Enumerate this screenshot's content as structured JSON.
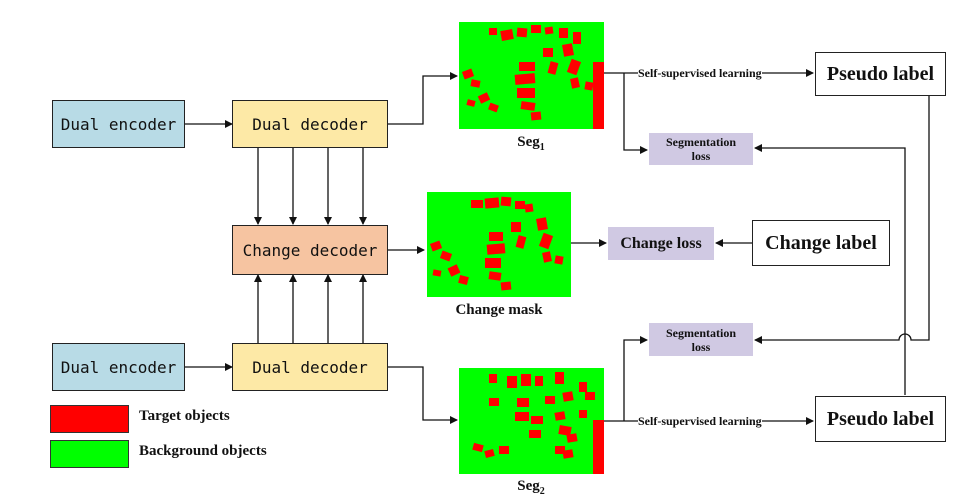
{
  "nodes": {
    "dual_encoder_top": "Dual encoder",
    "dual_decoder_top": "Dual decoder",
    "change_decoder": "Change decoder",
    "dual_encoder_bottom": "Dual encoder",
    "dual_decoder_bottom": "Dual decoder",
    "pseudo_label_top": "Pseudo label",
    "pseudo_label_bottom": "Pseudo label",
    "change_label": "Change label"
  },
  "losses": {
    "segmentation_top": [
      "Segmentation",
      "loss"
    ],
    "change": "Change loss",
    "segmentation_bottom": [
      "Segmentation",
      "loss"
    ]
  },
  "edges": {
    "self_supervised_top": "Self-supervised learning",
    "self_supervised_bottom": "Self-supervised learning"
  },
  "captions": {
    "seg1": {
      "base": "Seg",
      "sub": "1"
    },
    "change_mask": "Change mask",
    "seg2": {
      "base": "Seg",
      "sub": "2"
    }
  },
  "legend": {
    "target": {
      "label": "Target objects",
      "color": "#ff0000"
    },
    "background": {
      "label": "Background objects",
      "color": "#00ff00"
    }
  },
  "colors": {
    "encoder": "#b8dbe6",
    "decoder": "#fde9a6",
    "change_decoder": "#f6c4a1",
    "loss": "#d0c9e3"
  }
}
